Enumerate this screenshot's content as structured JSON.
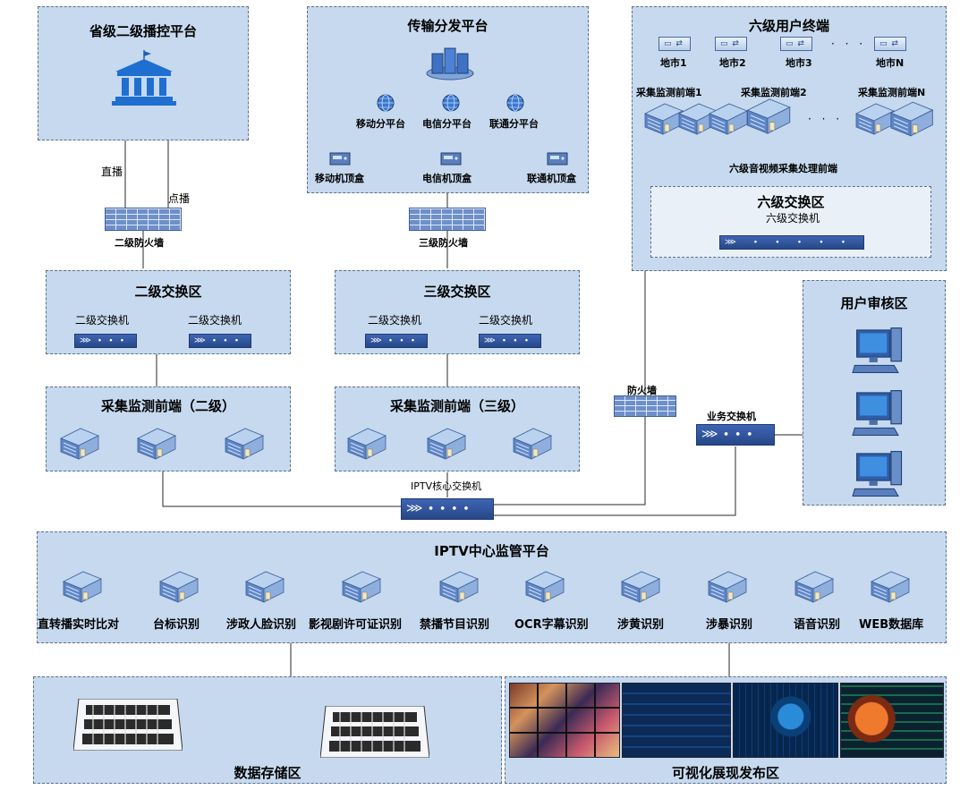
{
  "provincial": {
    "title": "省级二级播控平台",
    "live": "直播",
    "vod": "点播"
  },
  "fw2": "二级防火墙",
  "zone2": {
    "title": "二级交换区",
    "switch_a": "二级交换机",
    "switch_b": "二级交换机"
  },
  "front2": {
    "title": "采集监测前端（二级）"
  },
  "transport": {
    "title": "传输分发平台",
    "sub_mobile": "移动分平台",
    "sub_telecom": "电信分平台",
    "sub_unicom": "联通分平台",
    "stb_mobile": "移动机顶盒",
    "stb_telecom": "电信机顶盒",
    "stb_unicom": "联通机顶盒"
  },
  "fw3": "三级防火墙",
  "zone3": {
    "title": "三级交换区",
    "switch_a": "二级交换机",
    "switch_b": "二级交换机"
  },
  "front3": {
    "title": "采集监测前端（三级）"
  },
  "six": {
    "title": "六级用户终端",
    "cities": [
      "地市1",
      "地市2",
      "地市3",
      "地市N"
    ],
    "ellipsis": "· · ·",
    "front1": "采集监测前端1",
    "front2": "采集监测前端2",
    "frontN": "采集监测前端N",
    "front_caption": "六级音视频采集处理前端",
    "zone_title": "六级交换区",
    "zone_switch": "六级交换机"
  },
  "firewall": "防火墙",
  "biz_switch": "业务交换机",
  "audit": {
    "title": "用户审核区"
  },
  "core_switch": "IPTV核心交换机",
  "center": {
    "title": "IPTV中心监管平台",
    "items": [
      "直转播实时比对",
      "台标识别",
      "涉政人脸识别",
      "影视剧许可证识别",
      "禁播节目识别",
      "OCR字幕识别",
      "涉黄识别",
      "涉暴识别",
      "语音识别",
      "WEB数据库"
    ]
  },
  "storage": {
    "title": "数据存储区"
  },
  "visual": {
    "title": "可视化展现发布区"
  }
}
